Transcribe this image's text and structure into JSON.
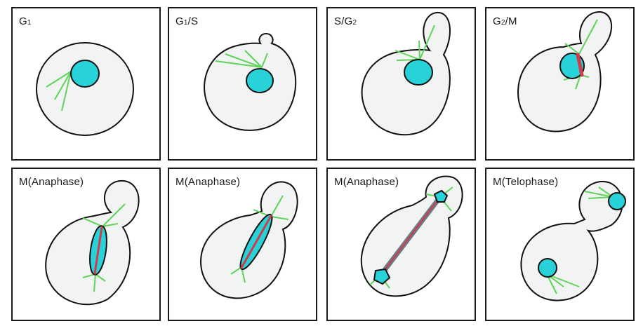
{
  "panels": [
    {
      "id": "g1",
      "label_main": "G",
      "label_sub": "1",
      "label_tail": ""
    },
    {
      "id": "g1s",
      "label_main": "G",
      "label_sub": "1",
      "label_tail": "/S"
    },
    {
      "id": "sg2",
      "label_main": "S/G",
      "label_sub": "2",
      "label_tail": ""
    },
    {
      "id": "g2m",
      "label_main": "G",
      "label_sub": "2",
      "label_tail": "/M"
    },
    {
      "id": "ana1",
      "label_main": "M(Anaphase)",
      "label_sub": "",
      "label_tail": ""
    },
    {
      "id": "ana2",
      "label_main": "M(Anaphase)",
      "label_sub": "",
      "label_tail": ""
    },
    {
      "id": "ana3",
      "label_main": "M(Anaphase)",
      "label_sub": "",
      "label_tail": ""
    },
    {
      "id": "telo",
      "label_main": "M(Telophase)",
      "label_sub": "",
      "label_tail": ""
    }
  ],
  "colors": {
    "cell_fill": "#f1f4f3",
    "cell_stroke": "#111111",
    "nucleus": "#27d3d8",
    "microtubule": "#5fd35a",
    "spindle": "#d33a4a"
  }
}
